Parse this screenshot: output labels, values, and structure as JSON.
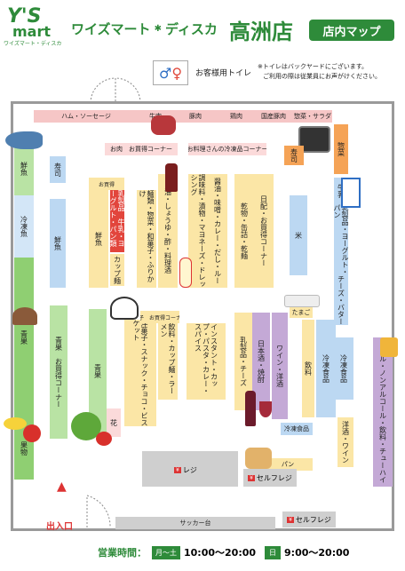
{
  "header": {
    "logo_top": "Y'S",
    "logo_bottom": "mart",
    "logo_sub": "ワイズマート・ディスカ",
    "brand": "ワイズマート",
    "brand2": "ディスカ",
    "store_name": "高洲店",
    "map_label": "店内マップ"
  },
  "toilet": {
    "label": "お客様用トイレ",
    "note1": "※トイレはバックヤードにございます。",
    "note2": "ご利用の際は従業員にお声がけください。"
  },
  "top_row": [
    "ハム・ソーセージ",
    "牛肉",
    "豚肉",
    "鶏肉",
    "国産豚肉",
    "惣菜・サラダ"
  ],
  "aisle_top": [
    "お肉　お買得コーナー",
    "お料理さんの冷凍品コーナー"
  ],
  "left_wall": [
    "鮮魚",
    "冷凍魚",
    "青果",
    "果物"
  ],
  "left_isle": [
    "寿司",
    "鮮魚"
  ],
  "produce": [
    "青果　お買得コーナー",
    "青果",
    "花"
  ],
  "shelves_a": [
    "乳製品　牛乳・ヨーグルト・パン類",
    "鮮魚",
    "カップ麺"
  ],
  "shelves_b": [
    "麺類・惣菜・和菓子・ふりかけ",
    "油・しょうゆ・酢・料理酒",
    "調味料・漬物・マヨネーズ・ドレッシング",
    "醤油・味噌・カレー・だし・ルー",
    "乾物・缶詰・乾麺",
    "日配・お買得コーナー"
  ],
  "shelves_c": [
    "洋菓子・スナック・チョコ・ビスケット",
    "菓子　お買得コーナー",
    "飲料・カップ麺・ラーメン",
    "インスタント・カップ・パスタ・カレー・スパイス",
    "乳製品・チーズ",
    "日本酒・焼酎",
    "ワイン・洋酒"
  ],
  "right_wall": [
    "惣菜",
    "寿司",
    "牛乳",
    "乳製品・ヨーグルト・パン",
    "チーズ・バター",
    "冷凍食品",
    "ビール・ノンアルコール・飲料・チューハイ"
  ],
  "misc": [
    "米",
    "たまご",
    "飲料",
    "冷凍食品",
    "冷凍食品",
    "パン",
    "洋酒・ワイン"
  ],
  "checkout": {
    "register": "レジ",
    "self1": "セルフレジ",
    "self2": "セルフレジ",
    "sacker": "サッカー台",
    "entrance": "出入口"
  },
  "hours": {
    "title": "営業時間：",
    "weekday_label": "月〜土",
    "weekday": "10:00〜20:00",
    "sunday_label": "日",
    "sunday": "9:00〜20:00"
  },
  "colors": {
    "brand_green": "#2e8b3a",
    "meat": "#f6c6c6",
    "fish": "#bcd8f2",
    "produce": "#8fcf72",
    "grocery": "#fbe6a6",
    "dairy": "#f5a356",
    "liquor": "#c4a9d6"
  }
}
